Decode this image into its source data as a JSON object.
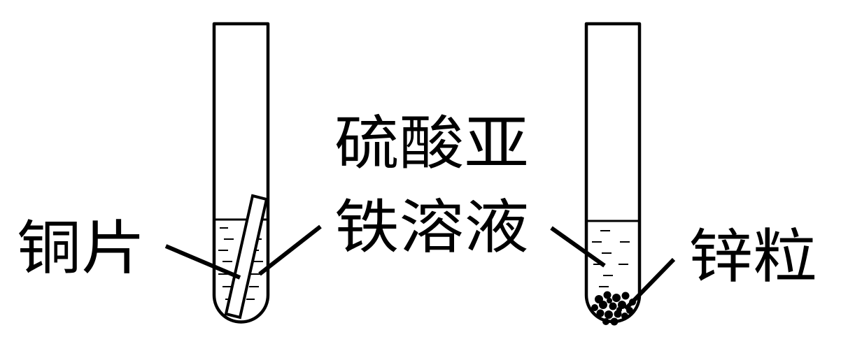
{
  "labels": {
    "copper_strip": "铜片",
    "solution_line1": "硫酸亚",
    "solution_line2": "铁溶液",
    "zinc_granules": "锌粒"
  },
  "colors": {
    "ink": "#000000",
    "background": "#ffffff"
  }
}
